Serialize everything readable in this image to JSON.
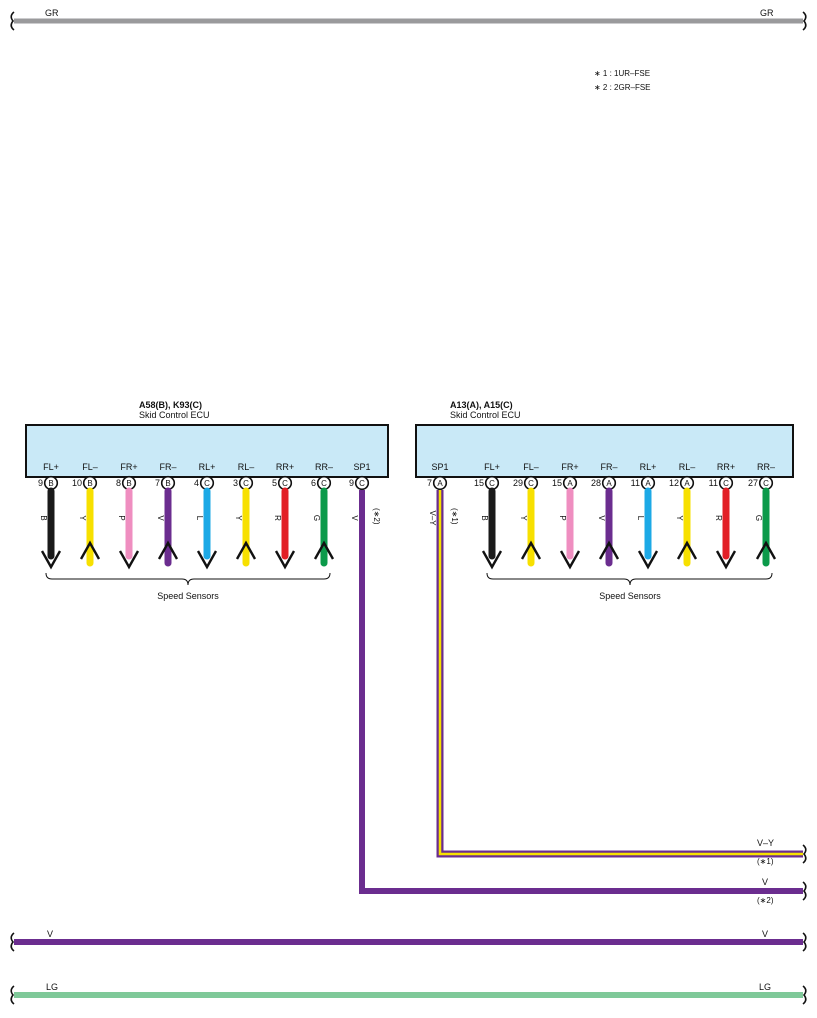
{
  "colors": {
    "GR": "#9a9a9c",
    "V": "#6b2d8f",
    "LG": "#7fc999",
    "B": "#1a1a1a",
    "Y": "#f7e000",
    "P": "#ef8ec0",
    "L": "#1ca9e6",
    "R": "#e21f26",
    "G": "#0b9a4a",
    "VY_stripe": "#f7e000",
    "ecu_fill": "#c9e9f7"
  },
  "notes": [
    "∗ 1 : 1UR–FSE",
    "∗ 2 : 2GR–FSE"
  ],
  "buses": {
    "gr": {
      "left": "GR",
      "right": "GR"
    },
    "v": {
      "left": "V",
      "right": "V"
    },
    "lg": {
      "left": "LG",
      "right": "LG"
    }
  },
  "ecu_left": {
    "title": "A58(B), K93(C)",
    "subtitle": "Skid Control ECU",
    "pins": [
      {
        "label": "FL+",
        "num": "9",
        "conn": "B",
        "wire": "B",
        "dir": "down"
      },
      {
        "label": "FL–",
        "num": "10",
        "conn": "B",
        "wire": "Y",
        "dir": "up"
      },
      {
        "label": "FR+",
        "num": "8",
        "conn": "B",
        "wire": "P",
        "dir": "down"
      },
      {
        "label": "FR–",
        "num": "7",
        "conn": "B",
        "wire": "V",
        "dir": "up"
      },
      {
        "label": "RL+",
        "num": "4",
        "conn": "C",
        "wire": "L",
        "dir": "down"
      },
      {
        "label": "RL–",
        "num": "3",
        "conn": "C",
        "wire": "Y",
        "dir": "up"
      },
      {
        "label": "RR+",
        "num": "5",
        "conn": "C",
        "wire": "R",
        "dir": "down"
      },
      {
        "label": "RR–",
        "num": "6",
        "conn": "C",
        "wire": "G",
        "dir": "up"
      },
      {
        "label": "SP1",
        "num": "9",
        "conn": "C",
        "wire": "V",
        "dir": "none"
      }
    ],
    "sp1_note": "(∗2)",
    "sensors_label": "Speed Sensors"
  },
  "ecu_right": {
    "title": "A13(A), A15(C)",
    "subtitle": "Skid Control ECU",
    "pins": [
      {
        "label": "SP1",
        "num": "7",
        "conn": "A",
        "wire": "V–Y",
        "dir": "none"
      },
      {
        "label": "FL+",
        "num": "15",
        "conn": "C",
        "wire": "B",
        "dir": "down"
      },
      {
        "label": "FL–",
        "num": "29",
        "conn": "C",
        "wire": "Y",
        "dir": "up"
      },
      {
        "label": "FR+",
        "num": "15",
        "conn": "A",
        "wire": "P",
        "dir": "down"
      },
      {
        "label": "FR–",
        "num": "28",
        "conn": "A",
        "wire": "V",
        "dir": "up"
      },
      {
        "label": "RL+",
        "num": "11",
        "conn": "A",
        "wire": "L",
        "dir": "down"
      },
      {
        "label": "RL–",
        "num": "12",
        "conn": "A",
        "wire": "Y",
        "dir": "up"
      },
      {
        "label": "RR+",
        "num": "11",
        "conn": "C",
        "wire": "R",
        "dir": "down"
      },
      {
        "label": "RR–",
        "num": "27",
        "conn": "C",
        "wire": "G",
        "dir": "up"
      }
    ],
    "sp1_note": "(∗1)",
    "sensors_label": "Speed Sensors"
  },
  "outputs": {
    "vy": {
      "label": "V–Y",
      "note": "(∗1)"
    },
    "v": {
      "label": "V",
      "note": "(∗2)"
    }
  }
}
